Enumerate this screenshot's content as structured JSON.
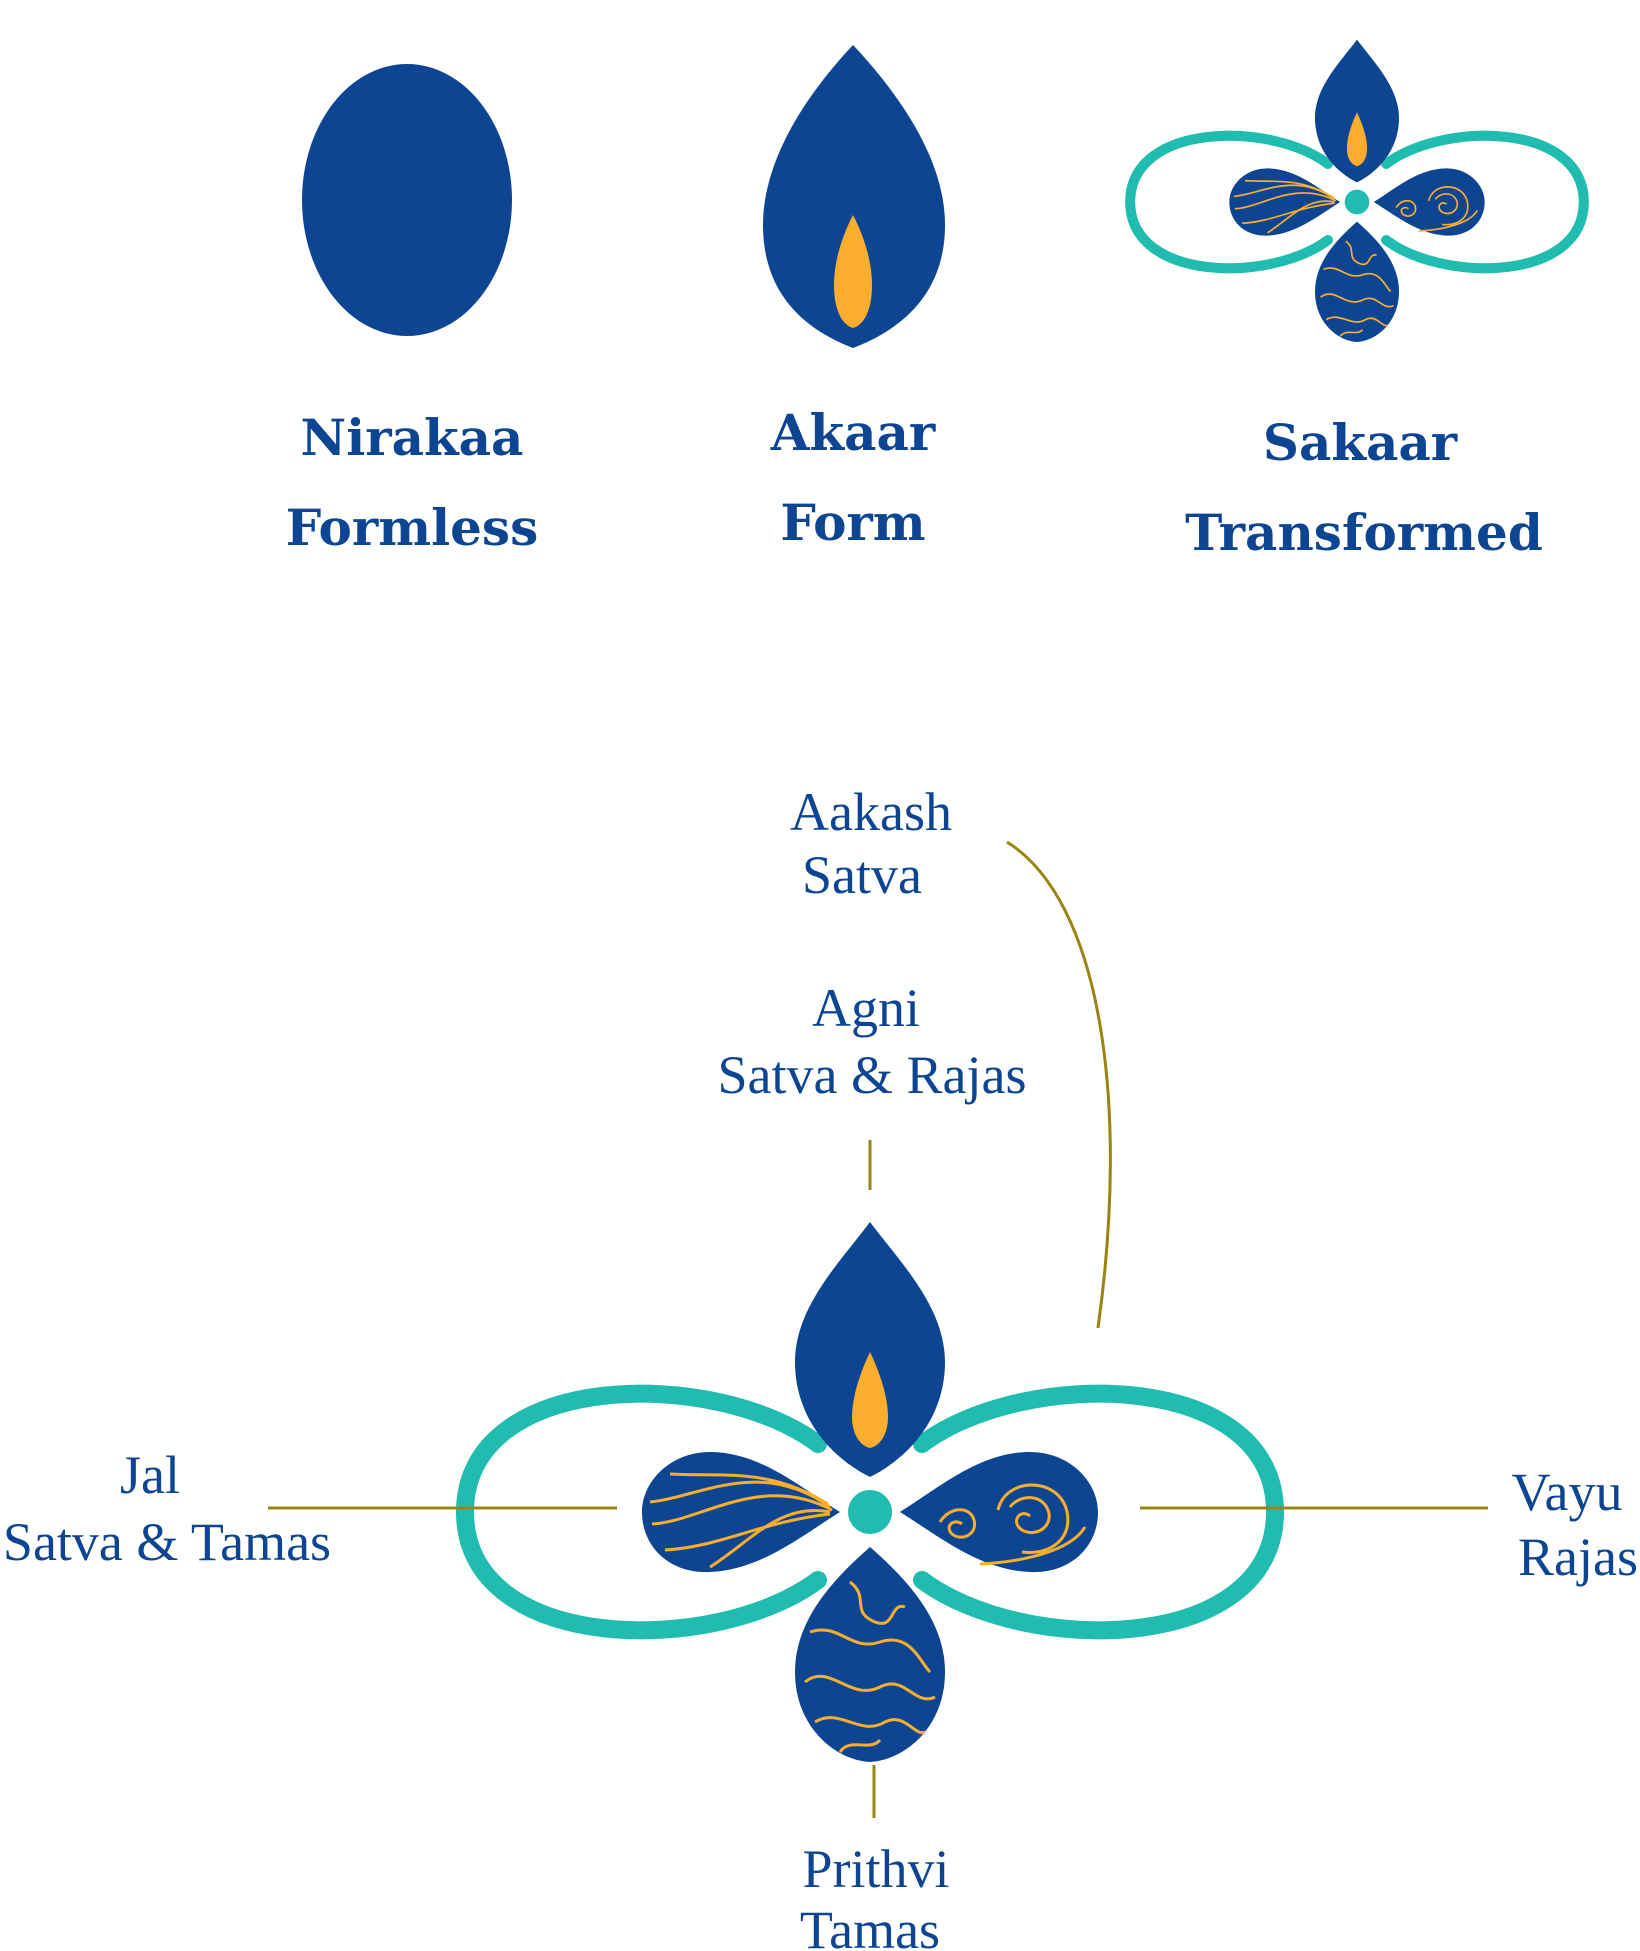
{
  "colors": {
    "navy": "#0D4592",
    "gold": "#FBAE2D",
    "teal": "#20BCB0",
    "olive": "#9A8414"
  },
  "stages": [
    {
      "name": "Nirakaa",
      "meaning": "Formless",
      "icon": "oval-icon"
    },
    {
      "name": "Akaar",
      "meaning": "Form",
      "icon": "flame-drop-icon"
    },
    {
      "name": "Sakaar",
      "meaning": "Transformed",
      "icon": "lotus-infinity-icon"
    }
  ],
  "elements": {
    "aakash": {
      "name": "Aakash",
      "quality": "Satva"
    },
    "agni": {
      "name": "Agni",
      "quality": "Satva & Rajas"
    },
    "jal": {
      "name": "Jal",
      "quality": "Satva & Tamas"
    },
    "vayu": {
      "name": "Vayu",
      "quality": "Rajas"
    },
    "prithvi": {
      "name": "Prithvi",
      "quality": "Tamas"
    }
  }
}
